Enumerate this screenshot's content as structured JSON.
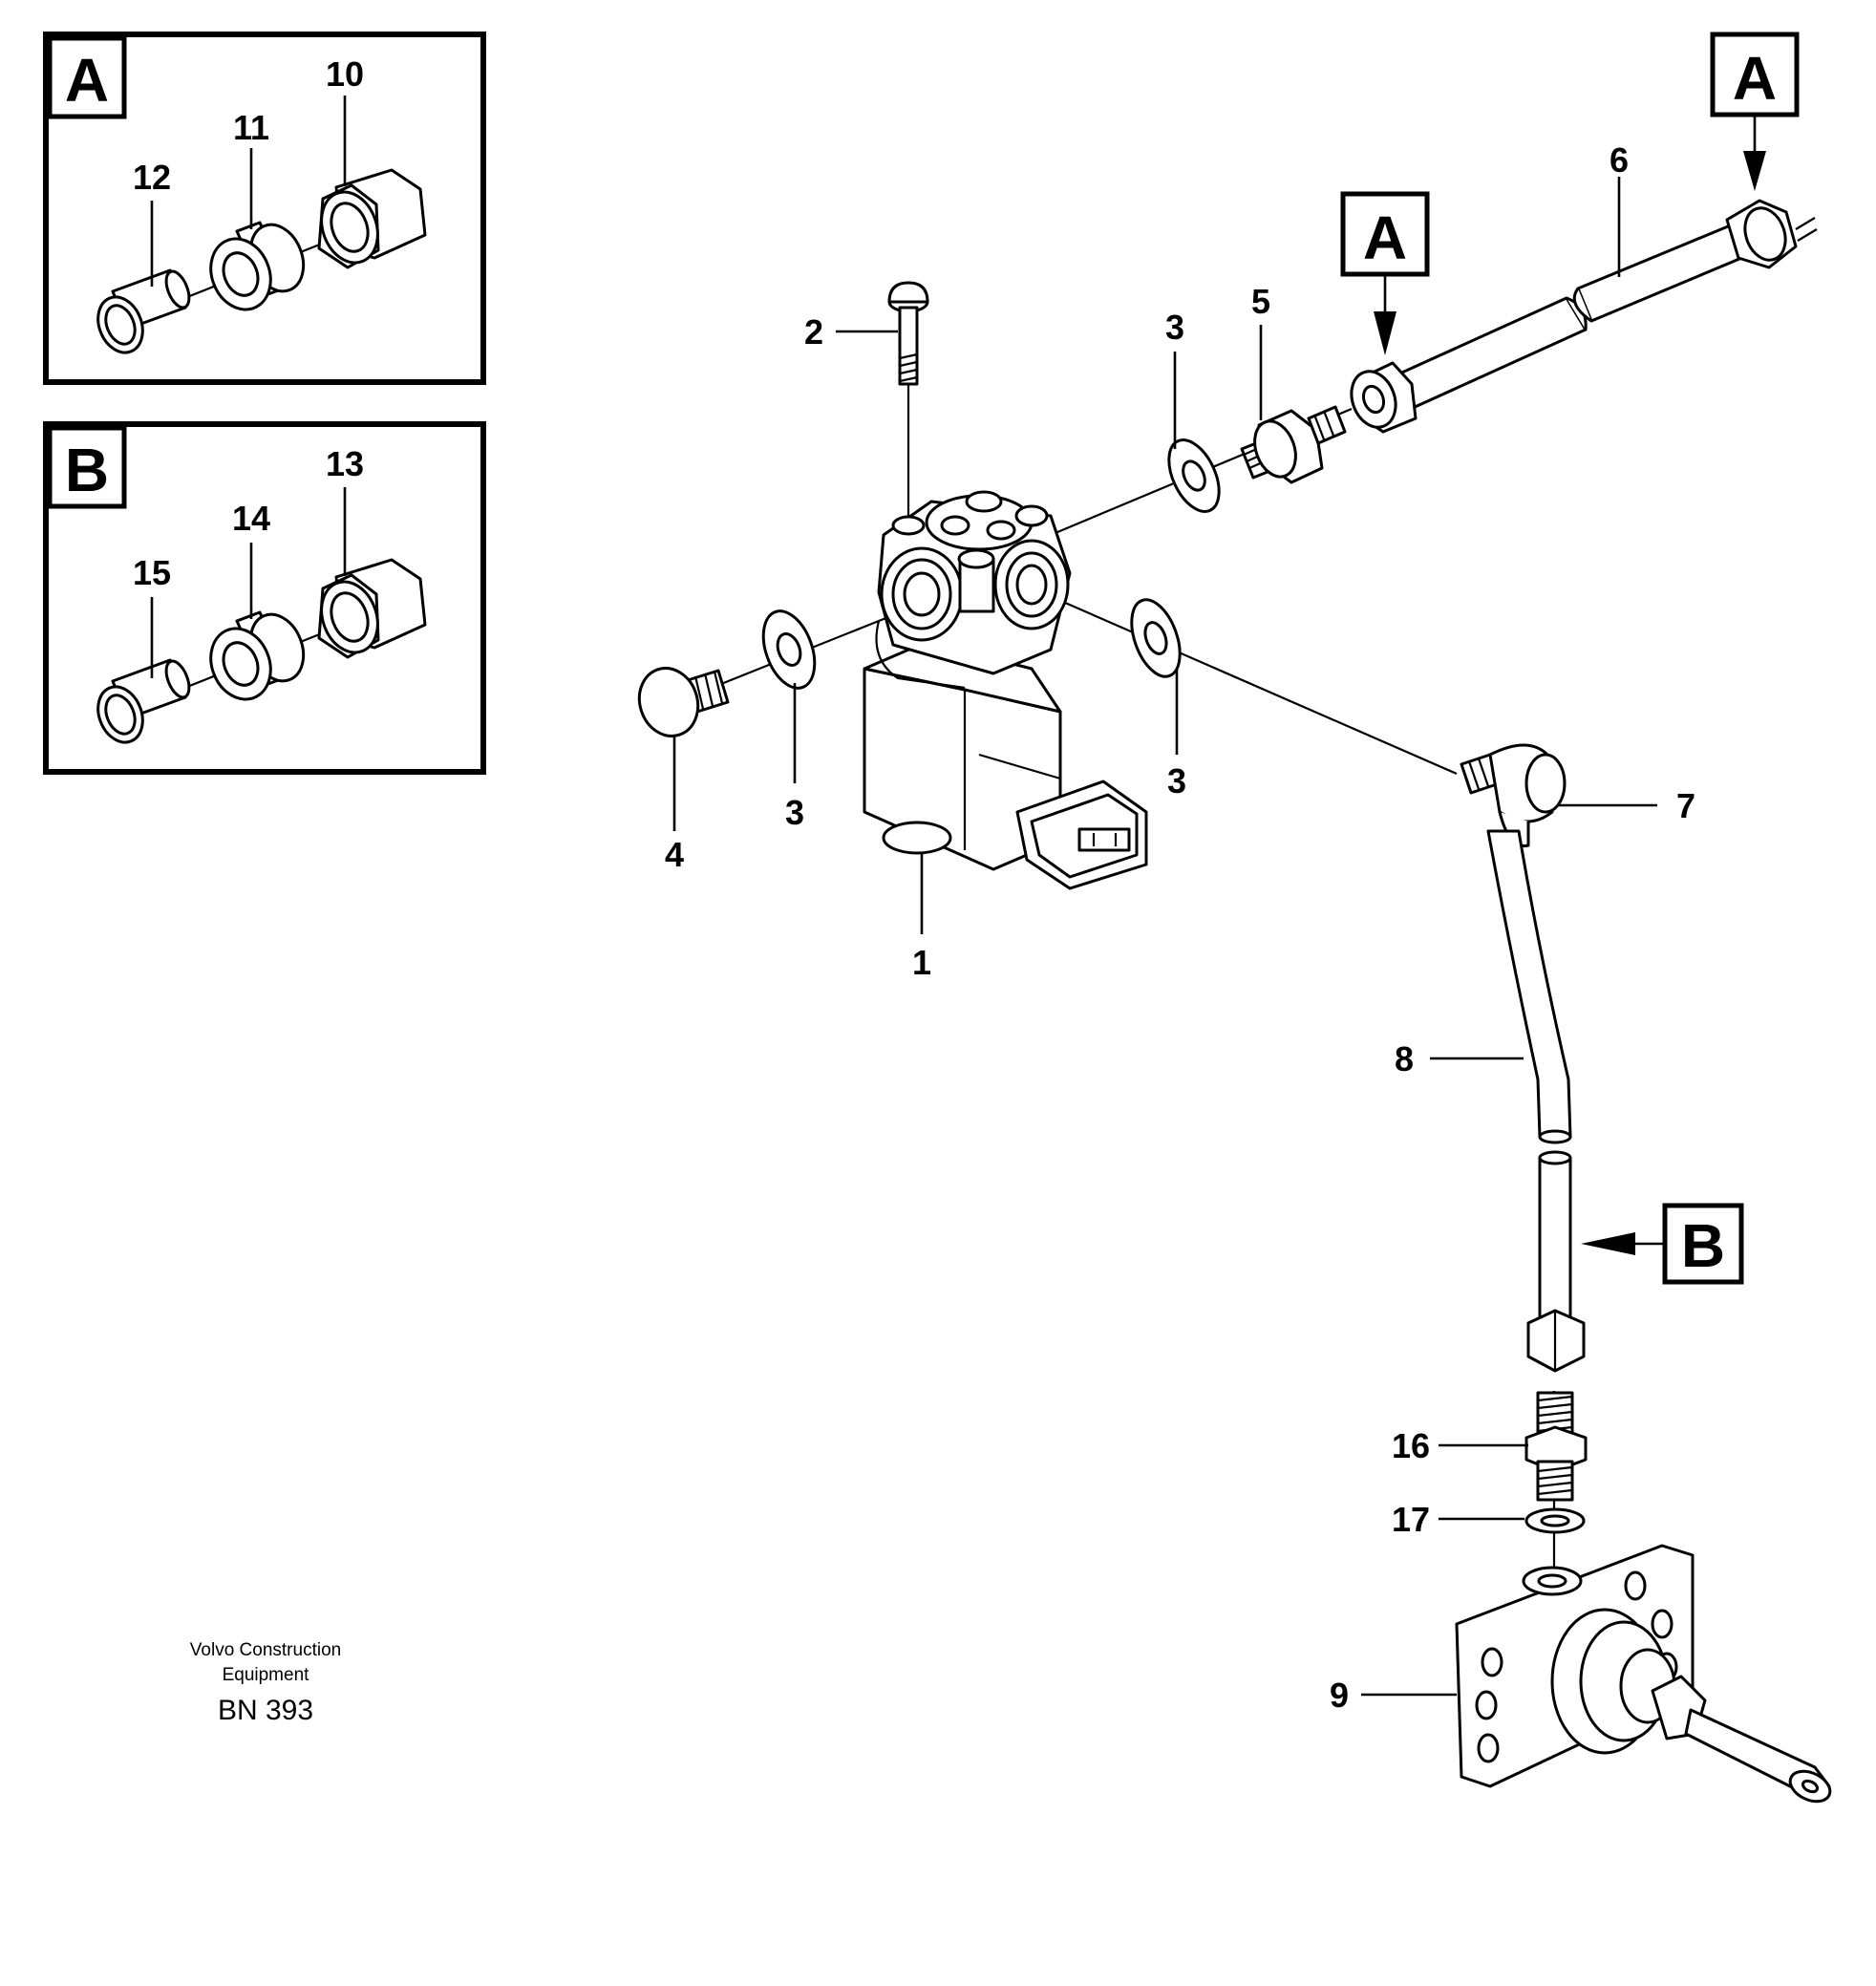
{
  "parts": [
    {
      "ref": "1"
    },
    {
      "ref": "2"
    },
    {
      "ref": "3"
    },
    {
      "ref": "4"
    },
    {
      "ref": "5"
    },
    {
      "ref": "6"
    },
    {
      "ref": "7"
    },
    {
      "ref": "8"
    },
    {
      "ref": "9"
    },
    {
      "ref": "10"
    },
    {
      "ref": "11"
    },
    {
      "ref": "12"
    },
    {
      "ref": "13"
    },
    {
      "ref": "14"
    },
    {
      "ref": "15"
    },
    {
      "ref": "16"
    },
    {
      "ref": "17"
    }
  ],
  "callouts": {
    "washer_ref": "3",
    "detail_a": "A",
    "detail_b": "B"
  },
  "footer": {
    "line1": "Volvo Construction",
    "line2": "Equipment",
    "code": "BN 393"
  }
}
